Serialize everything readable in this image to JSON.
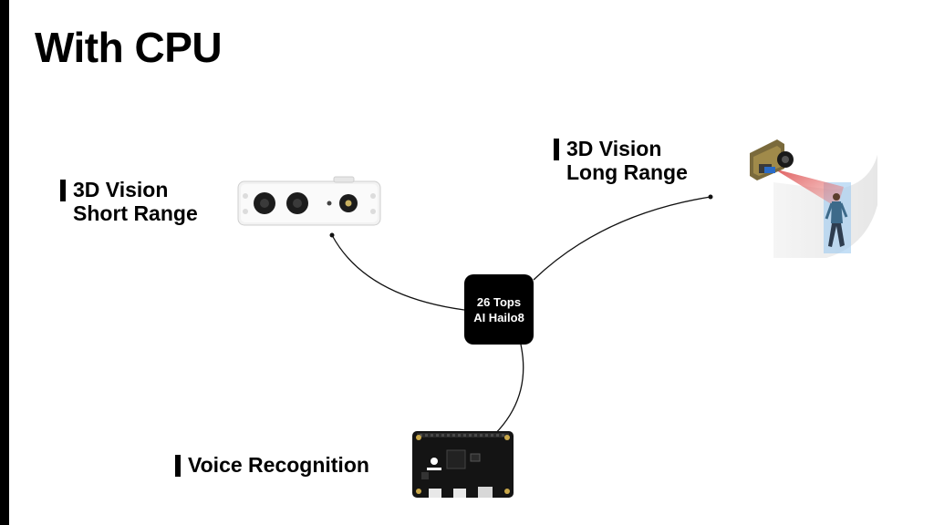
{
  "title": "With CPU",
  "labels": {
    "short_range_line1": "3D Vision",
    "short_range_line2": "Short Range",
    "long_range_line1": "3D Vision",
    "long_range_line2": "Long Range",
    "voice": "Voice Recognition"
  },
  "chip": {
    "line1": "26 Tops",
    "line2": "AI Hailo8"
  },
  "colors": {
    "chip_bg": "#000000",
    "beam": "#e05a5a",
    "person_highlight": "#9cc9f0"
  },
  "icons": {
    "short_range_device": "depth-camera-icon",
    "long_range_device": "lidar-sensor-icon",
    "voice_device": "mic-array-board-icon"
  }
}
